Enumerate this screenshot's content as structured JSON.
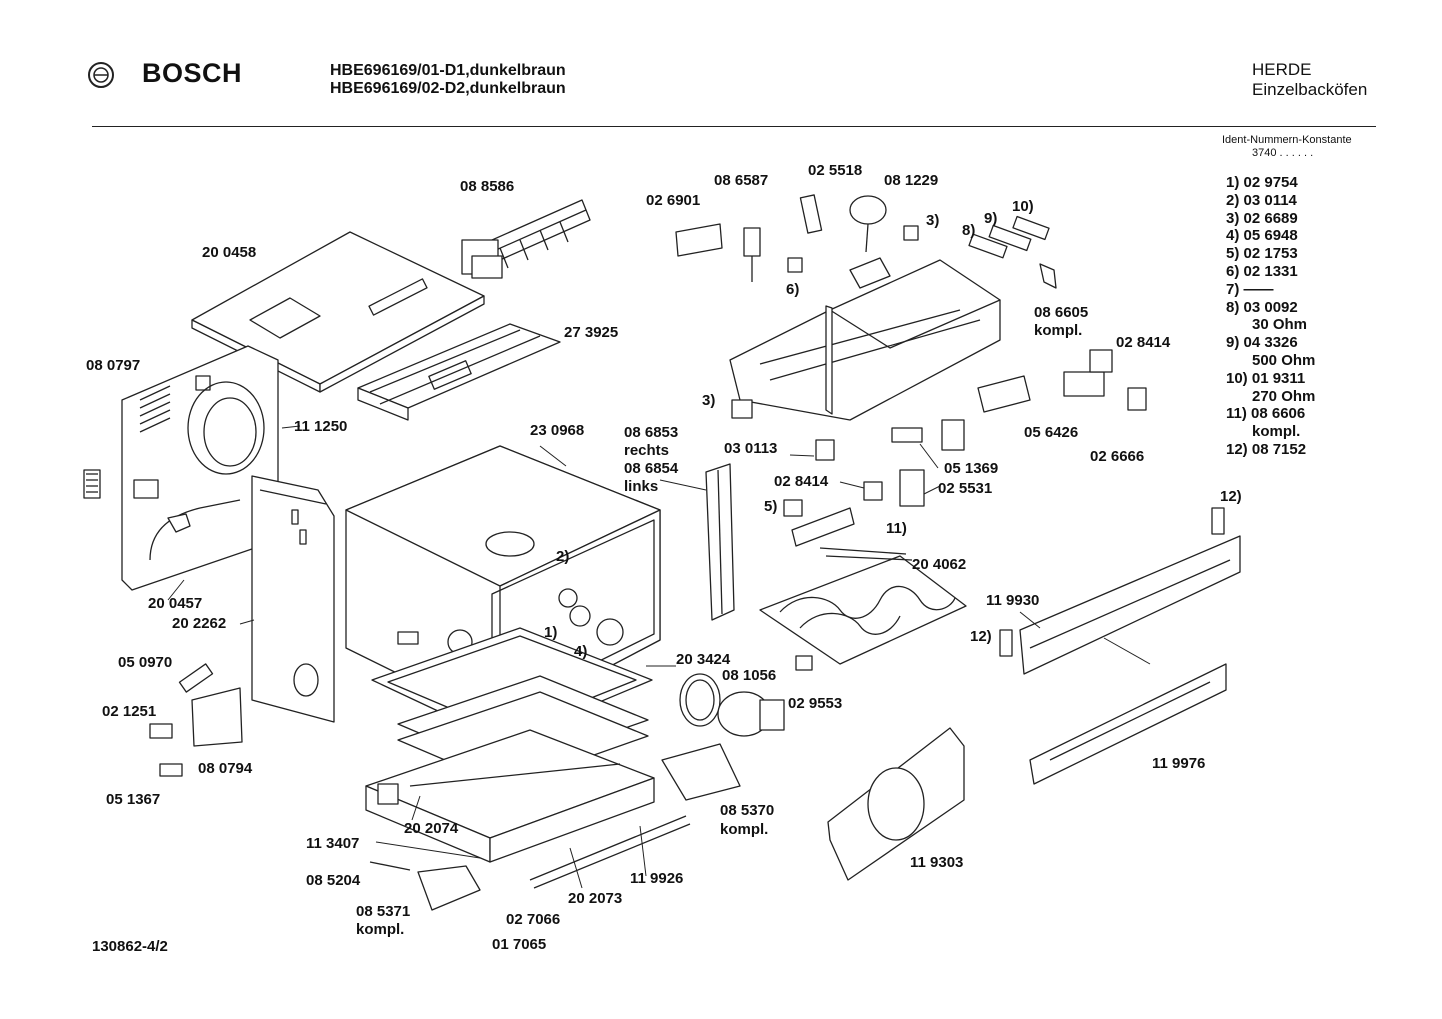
{
  "header": {
    "brand": "BOSCH",
    "models": [
      "HBE696169/01-D1,dunkelbraun",
      "HBE696169/02-D2,dunkelbraun"
    ],
    "category": "HERDE",
    "subcategory": "Einzelbacköfen"
  },
  "ident": {
    "title": "Ident-Nummern-Konstante",
    "value": "3740  . .  . . . ."
  },
  "legend": [
    {
      "text": "1) 02 9754"
    },
    {
      "text": "2) 03 0114"
    },
    {
      "text": "3) 02 6689"
    },
    {
      "text": "4) 05 6948"
    },
    {
      "text": "5) 02 1753"
    },
    {
      "text": "6) 02 1331"
    },
    {
      "text": "7) ——"
    },
    {
      "text": "8) 03 0092"
    },
    {
      "text": "30 Ohm",
      "sub": true
    },
    {
      "text": "9) 04 3326"
    },
    {
      "text": "500 Ohm",
      "sub": true
    },
    {
      "text": "10) 01 9311"
    },
    {
      "text": "270 Ohm",
      "sub": true
    },
    {
      "text": "11) 08 6606"
    },
    {
      "text": "kompl.",
      "sub": true
    },
    {
      "text": "12) 08 7152"
    }
  ],
  "labels": [
    "08 8586",
    "20 0458",
    "27 3925",
    "08 0797",
    "11 1250",
    "23 0968",
    "08 6853",
    "rechts",
    "08 6854",
    "links",
    "20 0457",
    "20 2262",
    "05 0970",
    "02 1251",
    "08 0794",
    "05 1367",
    "2)",
    "1)",
    "4)",
    "20 3424",
    "08 1056",
    "02 9553",
    "20 4062",
    "11 9930",
    "12)",
    "12)",
    "11 9976",
    "08 5370",
    "kompl.",
    "11 9303",
    "11 3407",
    "20 2074",
    "08 5204",
    "08 5371",
    "kompl.",
    "02 7066",
    "01 7065",
    "20 2073",
    "11 9926",
    "02 6901",
    "08 6587",
    "02 5518",
    "08 1229",
    "3)",
    "8)",
    "9)",
    "10)",
    "6)",
    "08 6605",
    "kompl.",
    "02 8414",
    "3)",
    "03 0113",
    "02 8414",
    "5)",
    "11)",
    "05 1369",
    "02 5531",
    "05 6426",
    "02 6666"
  ],
  "footer": "130862-4/2"
}
